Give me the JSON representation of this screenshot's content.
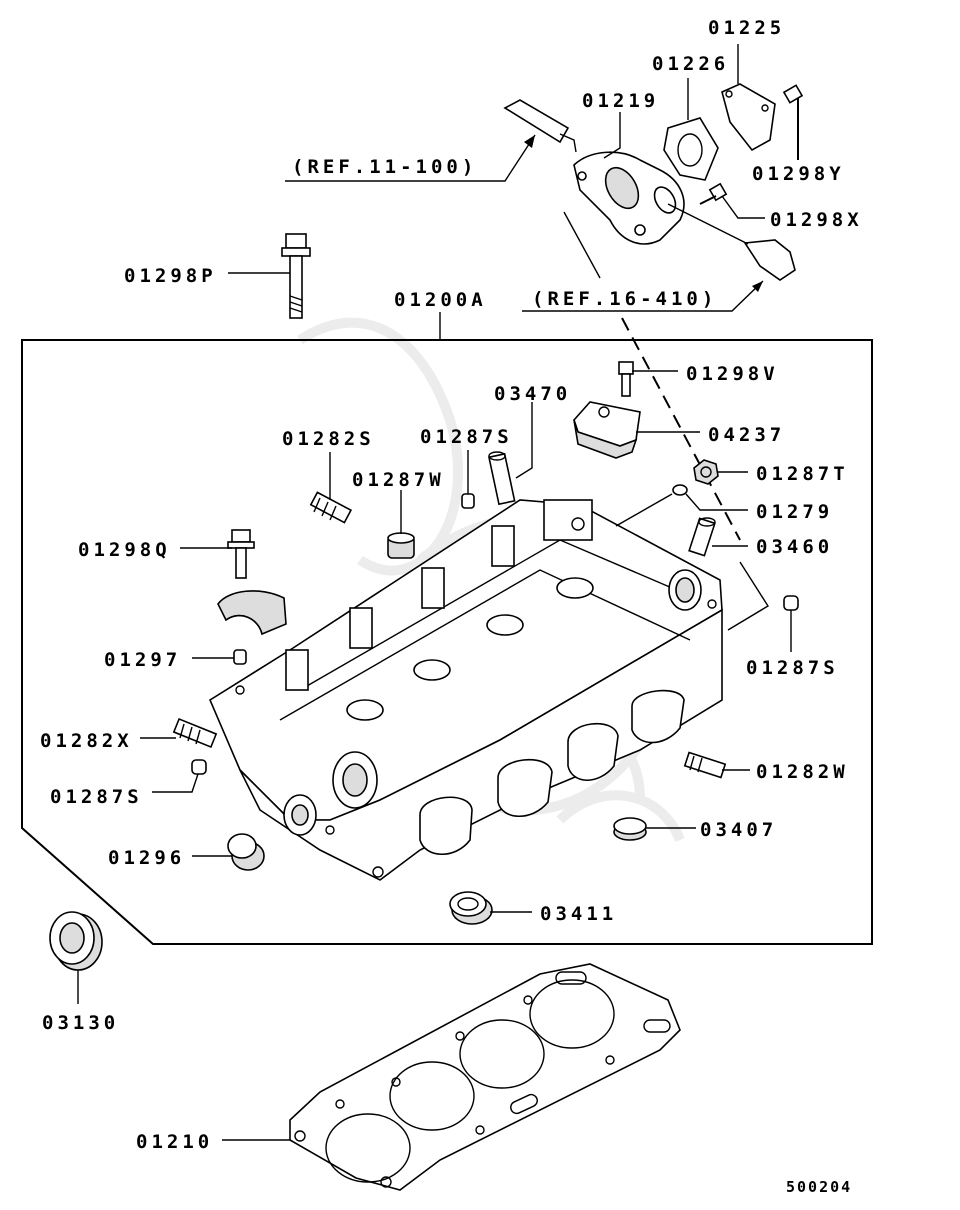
{
  "labels": {
    "p01225": "01225",
    "p01226": "01226",
    "p01219": "01219",
    "ref_11_100": "(REF.11-100)",
    "p01298Y": "01298Y",
    "p01298X": "01298X",
    "p01298P": "01298P",
    "p01200A": "01200A",
    "ref_16_410": "(REF.16-410)",
    "p01298V": "01298V",
    "p03470": "03470",
    "p04237": "04237",
    "p01282S": "01282S",
    "p01287S_top": "01287S",
    "p01287T": "01287T",
    "p01287W": "01287W",
    "p01279": "01279",
    "p01298Q": "01298Q",
    "p03460": "03460",
    "p01297": "01297",
    "p01287S_right": "01287S",
    "p01282X": "01282X",
    "p01282W": "01282W",
    "p01287S_left": "01287S",
    "p03407": "03407",
    "p01296": "01296",
    "p03411": "03411",
    "p03130": "03130",
    "p01210": "01210",
    "diagram_code": "500204"
  }
}
